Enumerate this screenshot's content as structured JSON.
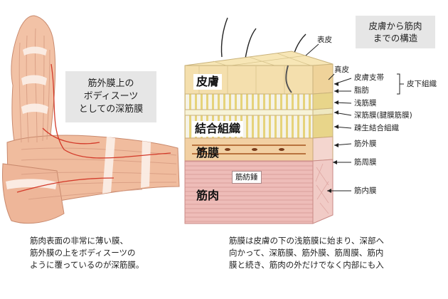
{
  "left_box": {
    "lines": [
      "筋外膜上の",
      "ボディスーツ",
      "としての深筋膜"
    ]
  },
  "right_box": {
    "lines": [
      "皮膚から筋肉",
      "までの構造"
    ]
  },
  "labels": {
    "hyohi": "表皮",
    "shinpi": "真皮",
    "hifu_shitai": "皮膚支帯",
    "shibou": "脂肪",
    "hika_soshiki": "皮下組織",
    "sen_kinmaku": "浅筋膜",
    "shin_kinmaku": "深筋膜(腱膜筋膜)",
    "sosei_ketsugo": "疎生結合組織",
    "kin_gaimaku": "筋外膜",
    "kin_shumaku": "筋周膜",
    "kin_naimaku": "筋内膜"
  },
  "block_labels": {
    "hifu": "皮膚",
    "ketsugo_soshiki": "結合組織",
    "kinmaku": "筋膜",
    "kinniku": "筋肉",
    "kinbouki": "筋紡錘"
  },
  "captions": {
    "left": [
      "筋肉表面の非常に薄い膜、",
      "筋外膜の上をボディスーツの",
      "ように覆っているのが深筋膜。"
    ],
    "right": [
      "筋膜は皮膚の下の浅筋膜に始まり、深部へ",
      "向かって、深筋膜、筋外膜、筋周膜、筋内",
      "膜と続き、筋肉の外だけでなく内部にも入"
    ]
  }
}
